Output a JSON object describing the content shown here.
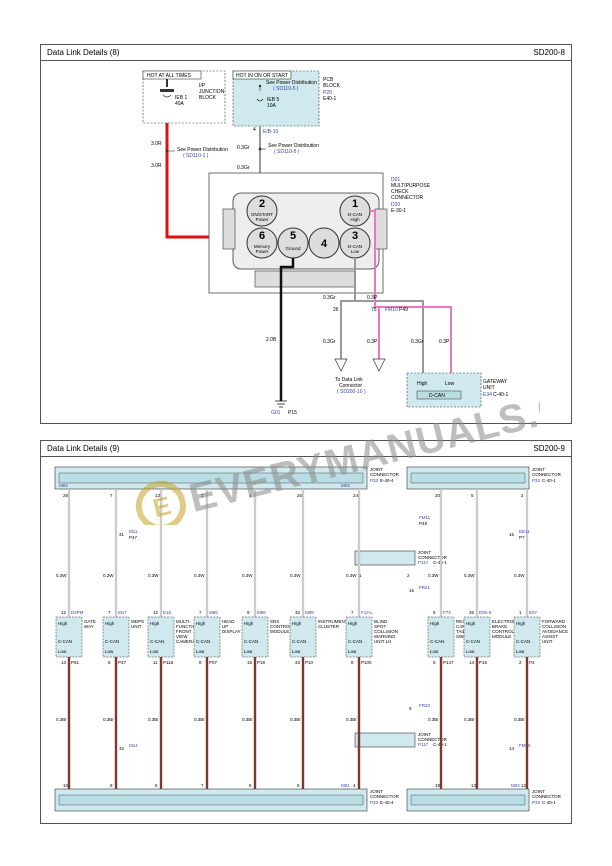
{
  "panels": [
    {
      "title": "Data Link Details (8)",
      "code": "SD200-8"
    },
    {
      "title": "Data Link Details (9)",
      "code": "SD200-9"
    }
  ],
  "p1": {
    "hot_at_all_times": "HOT AT ALL TIMES",
    "hot_in_on_start": "HOT IN ON OR START",
    "ij_block": [
      "I/P",
      "JUNCTION",
      "BLOCK"
    ],
    "pcb_block": [
      "PCB",
      "BLOCK"
    ],
    "pcb_ref": [
      "P20",
      "E40-1"
    ],
    "fuse1": [
      "IEB 1",
      "40A"
    ],
    "fuse2": [
      "IEB 5",
      "10A"
    ],
    "see_pd_1": "See Power Distribution",
    "see_pd_1_ref": "( SD110-5 )",
    "see_pd_2": "See Power Distribution",
    "see_pd_2_ref": "( SD110-1 )",
    "see_pd_3": "See Power Distribution",
    "see_pd_3_ref": "( SD110-5 )",
    "wire_3r_a": "3.0R",
    "wire_3r_b": "3.0R",
    "wire_03gr_a": "0.3Gr",
    "wire_03gr_b": "0.3Gr",
    "pin_4": "4",
    "e_b": "E/B-10",
    "dlc_label": [
      "D01",
      "MULTIPURPOSE",
      "CHECK",
      "CONNECTOR"
    ],
    "dlc_ref": [
      "D20",
      "E-30-1"
    ],
    "pins": [
      {
        "num": "2",
        "l1": "ON/START",
        "l2": "Power"
      },
      {
        "num": "1",
        "l1": "D-CAN",
        "l2": "High"
      },
      {
        "num": "6",
        "l1": "Memory",
        "l2": "Power"
      },
      {
        "num": "5",
        "l1": "Ground",
        "l2": ""
      },
      {
        "num": "4",
        "l1": "",
        "l2": ""
      },
      {
        "num": "3",
        "l1": "D-CAN",
        "l2": "Low"
      }
    ],
    "wire_03gr_c": "0.3Gr",
    "wire_03p_a": "0.3P",
    "wire_03gr_d": "0.3Gr",
    "wire_03p_b": "0.3P",
    "wire_03gr_e": "0.3Gr",
    "wire_03p_c": "0.3P",
    "wire_20b": "2.0B",
    "pin_26": "26",
    "pin_75": "75",
    "fm10": "FM10",
    "p49": "P49",
    "to_dlc": [
      "To Data Link",
      "Connector",
      "( SD200-10 )"
    ],
    "gateway_pins": [
      "High",
      "Low"
    ],
    "gateway_label": [
      "GATEWAY",
      "UNIT"
    ],
    "gateway_ref": [
      "E34",
      "C-40-1"
    ],
    "dcan": "D-CAN",
    "ground": "G01",
    "ground_ref": "P15"
  },
  "p2": {
    "jc_left": [
      "JOINT",
      "CONNECTOR"
    ],
    "jc_left_ref": [
      "P33",
      "E-40-4"
    ],
    "jc_right": [
      "JOINT",
      "CONNECTOR"
    ],
    "jc_right_ref": [
      "P33",
      "C-40-1"
    ],
    "jc_mid": [
      "JOINT",
      "CONNECTOR"
    ],
    "jc_mid_ref": [
      "P117",
      "C-40-1"
    ],
    "jc_mid2": [
      "JOINT",
      "CONNECTOR"
    ],
    "jc_mid2_ref": [
      "P117",
      "C-40-1"
    ],
    "jc_bot_left": [
      "JOINT",
      "CONNECTOR"
    ],
    "jc_bot_left_ref": [
      "P33",
      "E-40-4"
    ],
    "jc_bot_right": [
      "JOINT",
      "CONNECTOR"
    ],
    "jc_bot_right_ref": [
      "P33",
      "C-40-1"
    ],
    "ref_m02": "M02",
    "ref_m03": "M03",
    "ref_m01": "M01",
    "ref_m04": "M04",
    "wire_03w": "0.3W",
    "wire_03br": "0.3Br",
    "modules": [
      {
        "lines": [
          "GATE",
          "WAY"
        ],
        "ref": "D2PM",
        "sub": "P91",
        "top": "12",
        "bot": "13"
      },
      {
        "lines": [
          "MDPS",
          "UNIT"
        ],
        "ref": "M17",
        "sub": "P37",
        "top": "7",
        "bot": "8"
      },
      {
        "lines": [
          "MULTI-",
          "FUNCTION",
          "FRONT",
          "VIEW",
          "CAMERA"
        ],
        "ref": "E15",
        "sub": "P116",
        "top": "12",
        "bot": "11"
      },
      {
        "lines": [
          "HEAD",
          "UP",
          "DISPLAY"
        ],
        "ref": "M65",
        "sub": "P07",
        "top": "7",
        "bot": "8"
      },
      {
        "lines": [
          "SRS",
          "CONTROL",
          "MODULE"
        ],
        "ref": "M96",
        "sub": "P18",
        "top": "9",
        "bot": "18"
      },
      {
        "lines": [
          "INSTRUMENT",
          "CLUSTER"
        ],
        "ref": "M08",
        "sub": "P10",
        "top": "32",
        "bot": "33"
      },
      {
        "lines": [
          "BLIND",
          "SPOT",
          "COLLISION",
          "WARNING",
          "UNIT LH"
        ],
        "ref": "F12-L",
        "sub": "P100",
        "top": "7",
        "bot": "8"
      },
      {
        "lines": [
          "REAR VIEW",
          "CAMERA &",
          "TAIL GATE",
          "SWITCH"
        ],
        "ref": "F74",
        "sub": "P147",
        "top": "6",
        "bot": "5"
      },
      {
        "lines": [
          "ELECTRONIC",
          "BRAKE",
          "CONTROL",
          "MODULE"
        ],
        "ref": "E05-S",
        "sub": "P16",
        "top": "26",
        "bot": "14"
      },
      {
        "lines": [
          "FORWARD",
          "COLLISION",
          "AVOIDANCE",
          "ASSIST",
          "UNIT"
        ],
        "ref": "E07",
        "sub": "P2",
        "top": "1",
        "bot": "2"
      }
    ],
    "pin_high": "High",
    "pin_low": "Low",
    "ccan": "C-CAN",
    "top_pins": [
      "26",
      "7",
      "13",
      "3",
      "4",
      "25",
      "24",
      "20",
      "5",
      "2"
    ],
    "bot_pins": [
      "10",
      "9",
      "8",
      "7",
      "6",
      "5",
      "4",
      "19",
      "13",
      "12"
    ],
    "m11": "M11",
    "m14": "M14",
    "pin_31": "31",
    "pin_32": "32",
    "pin_15": "15",
    "pin_16": "16",
    "pin_9": "9",
    "pin_1": "1",
    "pin_2": "2",
    "pin_14": "14",
    "p47": "P47",
    "p49": "P49",
    "p8": "P8",
    "fm11": "FM11",
    "fr21": "FR21",
    "fr22": "FR22",
    "ee11": "EE11",
    "p7": "P7",
    "fm12": "FM12"
  }
}
